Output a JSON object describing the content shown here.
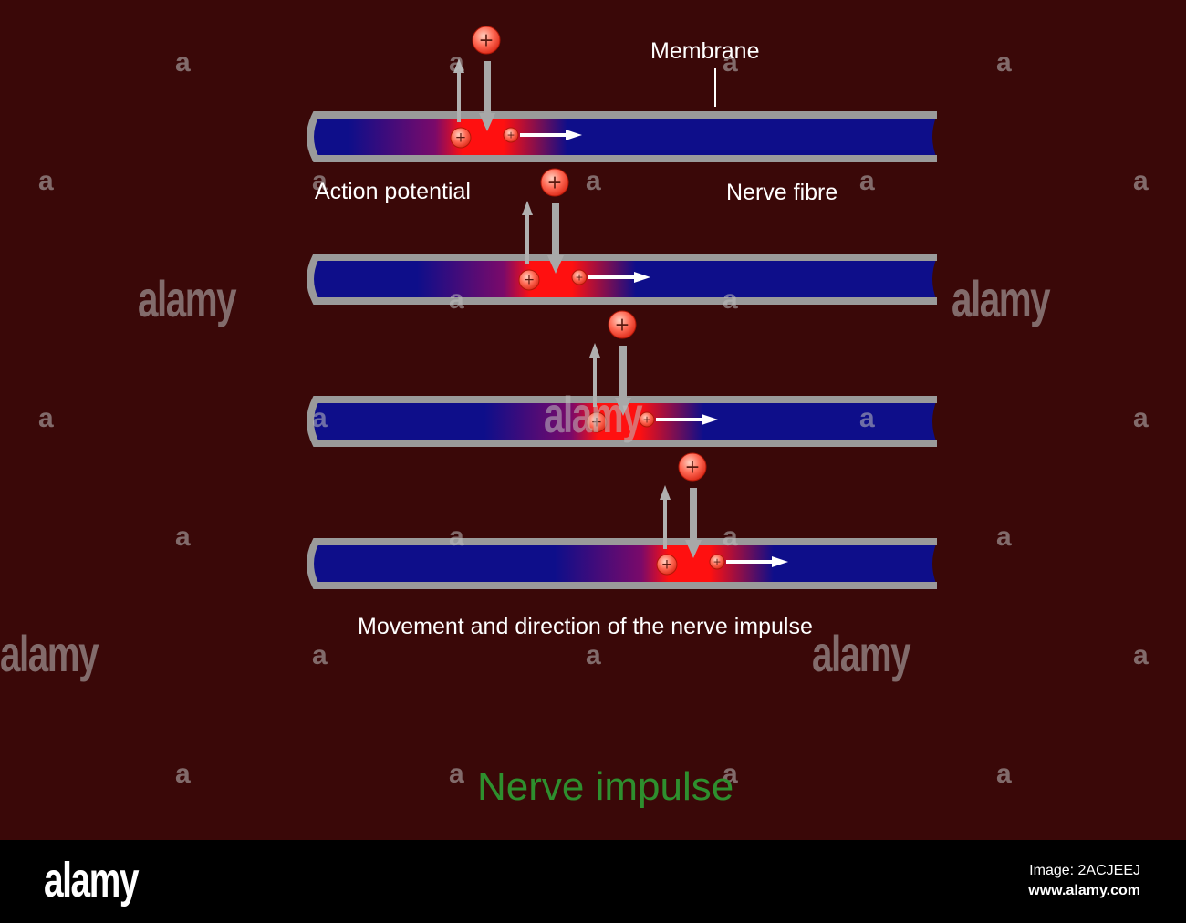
{
  "labels": {
    "membrane": "Membrane",
    "action_potential": "Action potential",
    "nerve_fibre": "Nerve fibre",
    "movement": "Movement and direction of the nerve impulse",
    "title": "Nerve impulse"
  },
  "watermark": {
    "brand": "alamy",
    "mark": "a"
  },
  "footer": {
    "logo": "alamy",
    "image_id": "Image: 2ACJEEJ",
    "url": "www.alamy.com"
  },
  "ion_symbol": "+",
  "colors": {
    "background": "#3a0808",
    "fibre_interior": "#0e0e8a",
    "membrane": "#9a9a9a",
    "impulse": "#ff1010",
    "title": "#2e8f2e"
  }
}
